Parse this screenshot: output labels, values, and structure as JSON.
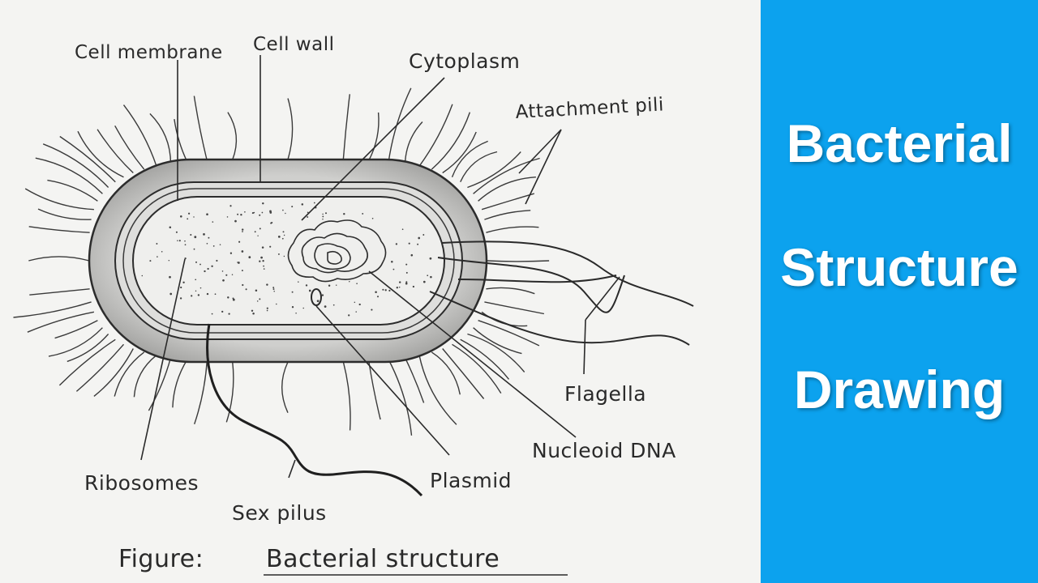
{
  "diagram": {
    "labels": {
      "cell_membrane": "Cell membrane",
      "cell_wall": "Cell wall",
      "cytoplasm": "Cytoplasm",
      "attachment_pili": "Attachment pili",
      "flagella": "Flagella",
      "nucleoid_dna": "Nucleoid DNA",
      "plasmid": "Plasmid",
      "ribosomes": "Ribosomes",
      "sex_pilus": "Sex pilus"
    },
    "caption_prefix": "Figure:",
    "caption_title": "Bacterial structure"
  },
  "side_panel": {
    "title_lines": [
      "Bacterial",
      "Structure",
      "Drawing"
    ],
    "background_color": "#0ca2ee",
    "text_color": "#ffffff"
  }
}
